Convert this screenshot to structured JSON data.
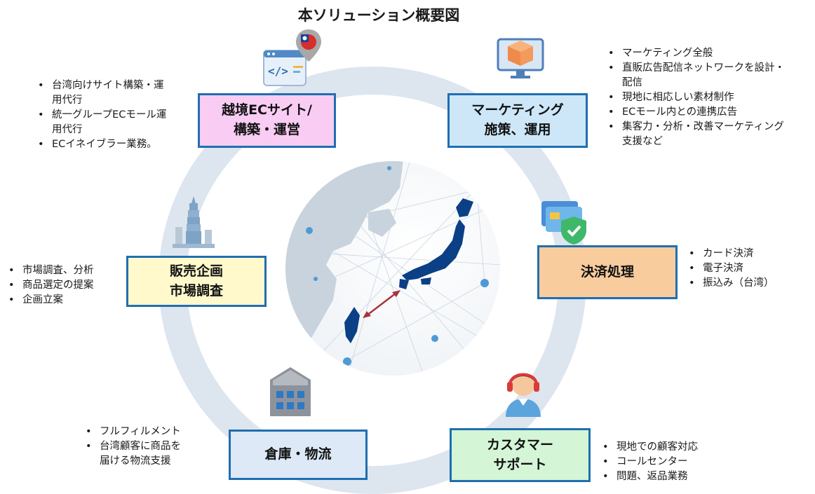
{
  "title": "本ソリューション概要図",
  "boxes": {
    "ec": {
      "line1": "越境ECサイト/",
      "line2": "構築・運営"
    },
    "marketing": {
      "line1": "マーケティング",
      "line2": "施策、運用"
    },
    "payment": {
      "line1": "決済処理"
    },
    "sales": {
      "line1": "販売企画",
      "line2": "市場調査"
    },
    "warehouse": {
      "line1": "倉庫・物流"
    },
    "support": {
      "line1": "カスタマー",
      "line2": "サポート"
    }
  },
  "lists": {
    "ec": [
      "台湾向けサイト構築・運",
      "用代行",
      "統一グループECモール運",
      "用代行",
      "ECイネイブラー業務。"
    ],
    "marketing": [
      "マーケティング全般",
      "直販広告配信ネットワークを設計・",
      "配信",
      "現地に相応しい素材制作",
      "ECモール内との連携広告",
      "集客力・分析・改善マーケティング",
      "支援など"
    ],
    "payment": [
      "カード決済",
      "電子決済",
      "振込み（台湾）"
    ],
    "sales": [
      "市場調査、分析",
      "商品選定の提案",
      "企画立案"
    ],
    "warehouse": [
      "フルフィルメント",
      "台湾顧客に商品を",
      "届ける物流支援"
    ],
    "support": [
      "現地での顧客対応",
      "コールセンター",
      "問題、返品業務"
    ]
  },
  "colors": {
    "ring": "#dde5ef",
    "border": "#1f6fb0",
    "map": "#0b3f86",
    "arrow": "#a8343a"
  },
  "icons": [
    "web-code-map-pin-icon",
    "computer-box-icon",
    "credit-card-shield-icon",
    "taipei-tower-icon",
    "warehouse-building-icon",
    "headset-operator-icon"
  ]
}
